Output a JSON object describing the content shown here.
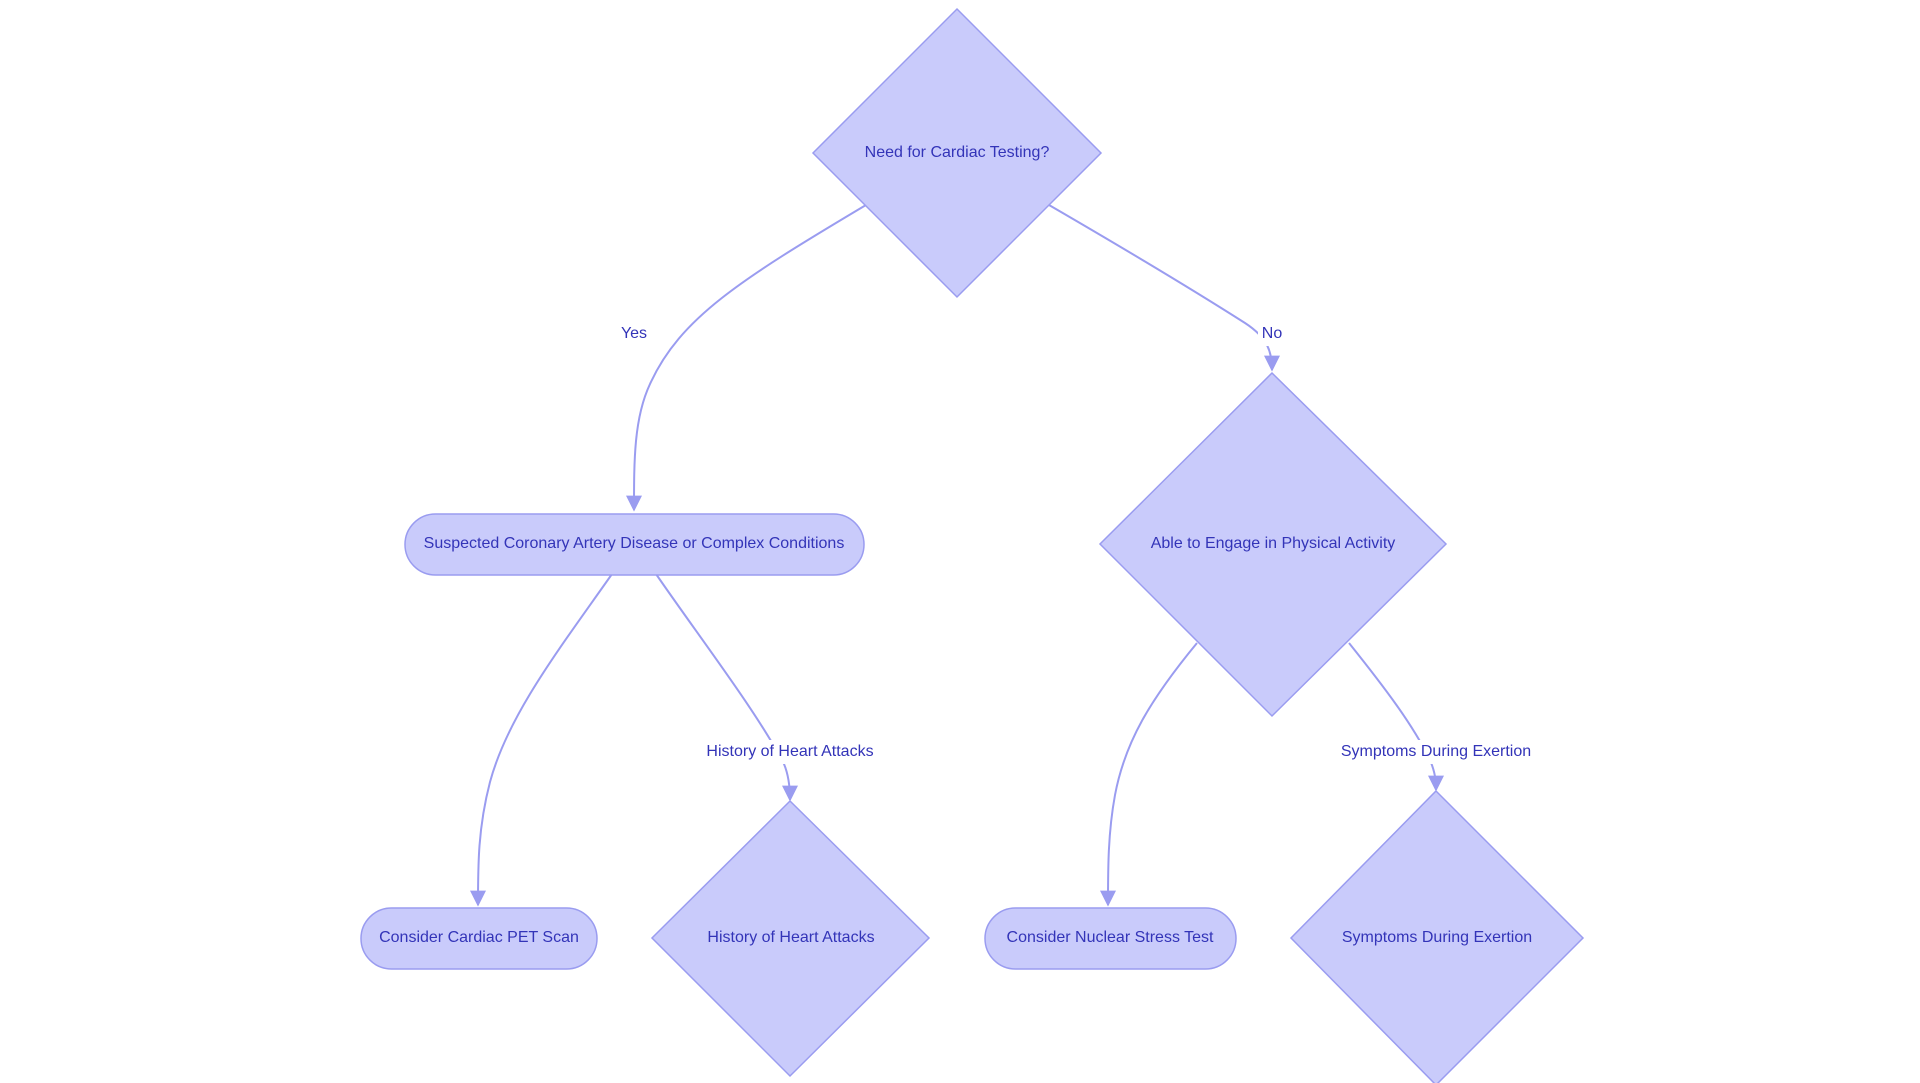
{
  "nodes": {
    "need_testing": {
      "label": "Need for Cardiac Testing?",
      "shape": "decision"
    },
    "suspected_cad": {
      "label": "Suspected Coronary Artery Disease or Complex Conditions",
      "shape": "process"
    },
    "physical_activity": {
      "label": "Able to Engage in Physical Activity",
      "shape": "decision"
    },
    "pet_scan": {
      "label": "Consider Cardiac PET Scan",
      "shape": "process"
    },
    "heart_attacks": {
      "label": "History of Heart Attacks",
      "shape": "decision"
    },
    "nuclear_stress": {
      "label": "Consider Nuclear Stress Test",
      "shape": "process"
    },
    "symptoms_exertion": {
      "label": "Symptoms During Exertion",
      "shape": "decision"
    }
  },
  "edges": {
    "yes": {
      "label": "Yes"
    },
    "no": {
      "label": "No"
    },
    "history": {
      "label": "History of Heart Attacks"
    },
    "symptoms": {
      "label": "Symptoms During Exertion"
    }
  },
  "colors": {
    "node_fill": "#c9cbfb",
    "node_stroke": "#9a9cf0",
    "edge": "#9a9cf0",
    "text": "#3334b8"
  }
}
